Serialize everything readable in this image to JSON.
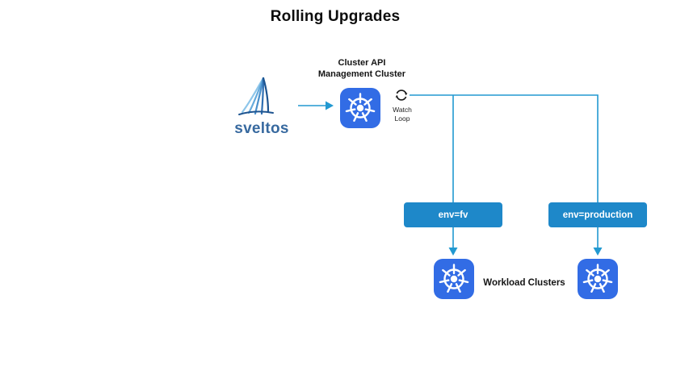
{
  "title": "Rolling Upgrades",
  "sveltos": {
    "wordmark": "sveltos"
  },
  "management_cluster": {
    "label_line1": "Cluster API",
    "label_line2": "Management Cluster",
    "watch_loop": {
      "line1": "Watch",
      "line2": "Loop"
    }
  },
  "env_labels": {
    "fv": "env=fv",
    "production": "env=production"
  },
  "workload": {
    "label": "Workload Clusters"
  },
  "icons": {
    "kubernetes": "kubernetes-helm-icon",
    "watch_loop": "circular-arrows-icon",
    "sveltos_sail": "sailboat-sail-icon"
  },
  "colors": {
    "kubernetes_blue": "#326CE5",
    "env_label_blue": "#1E88C9",
    "connector_blue": "#2299D1",
    "sveltos_blue": "#37699F",
    "text_dark": "#111111"
  }
}
